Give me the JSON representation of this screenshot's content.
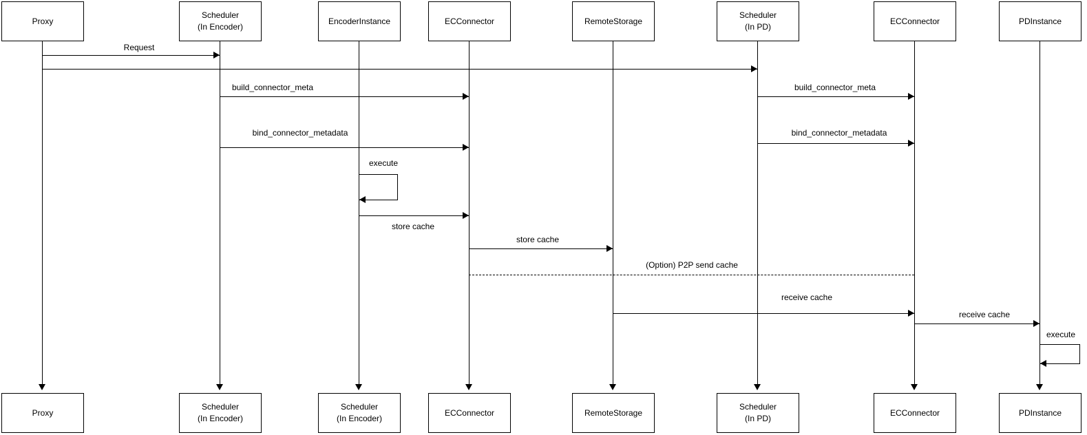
{
  "diagram": {
    "type": "uml-sequence-diagram",
    "colors": {
      "background": "#ffffff",
      "stroke": "#000000",
      "text": "#000000"
    },
    "actors_top": [
      "Proxy",
      "Scheduler\n(In Encoder)",
      "EncoderInstance",
      "ECConnector",
      "RemoteStorage",
      "Scheduler\n(In PD)",
      "ECConnector",
      "PDInstance"
    ],
    "actors_bottom": [
      "Proxy",
      "Scheduler\n(In Encoder)",
      "Scheduler\n(In Encoder)",
      "ECConnector",
      "RemoteStorage",
      "Scheduler\n(In PD)",
      "ECConnector",
      "PDInstance"
    ],
    "messages": [
      {
        "label": "Request",
        "from": "Proxy",
        "to": "Scheduler (In Encoder)",
        "style": "solid"
      },
      {
        "label": "",
        "from": "Proxy",
        "to": "Scheduler (In PD)",
        "style": "solid"
      },
      {
        "label": "build_connector_meta",
        "from": "Scheduler (In Encoder)",
        "to": "ECConnector",
        "style": "solid"
      },
      {
        "label": "build_connector_meta",
        "from": "Scheduler (In PD)",
        "to": "ECConnector",
        "style": "solid"
      },
      {
        "label": "bind_connector_metadata",
        "from": "Scheduler (In Encoder)",
        "to": "ECConnector",
        "style": "solid"
      },
      {
        "label": "bind_connector_metadata",
        "from": "Scheduler (In PD)",
        "to": "ECConnector",
        "style": "solid"
      },
      {
        "label": "execute",
        "from": "EncoderInstance",
        "to": "EncoderInstance",
        "style": "self"
      },
      {
        "label": "store cache",
        "from": "EncoderInstance",
        "to": "ECConnector",
        "style": "solid",
        "label_position": "below"
      },
      {
        "label": "store cache",
        "from": "ECConnector",
        "to": "RemoteStorage",
        "style": "solid"
      },
      {
        "label": "(Option) P2P send cache",
        "from": "ECConnector",
        "to": "ECConnector",
        "style": "dashed"
      },
      {
        "label": "receive cache",
        "from": "RemoteStorage",
        "to": "ECConnector",
        "style": "solid"
      },
      {
        "label": "receive cache",
        "from": "ECConnector",
        "to": "PDInstance",
        "style": "solid"
      },
      {
        "label": "execute",
        "from": "PDInstance",
        "to": "PDInstance",
        "style": "self"
      }
    ]
  }
}
